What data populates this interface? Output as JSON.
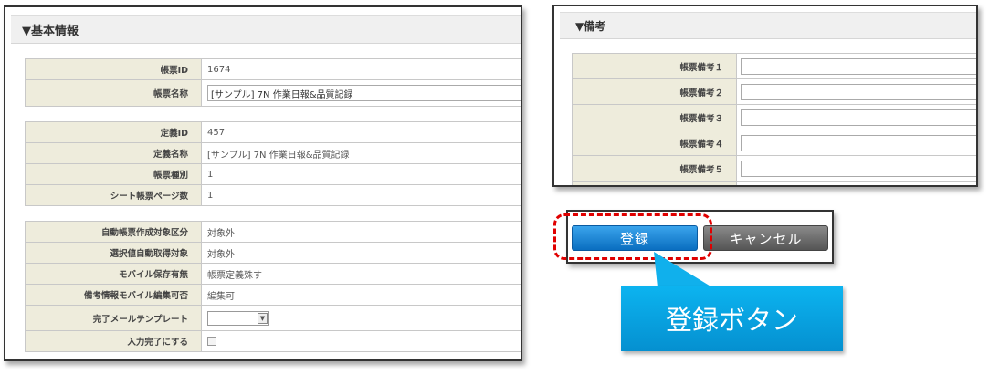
{
  "basic": {
    "title": "▼基本情報",
    "group1": [
      {
        "label": "帳票ID",
        "value": "1674"
      },
      {
        "label": "帳票名称",
        "value": "[サンプル] 7N 作業日報&品質記録"
      }
    ],
    "group2": [
      {
        "label": "定義ID",
        "value": "457"
      },
      {
        "label": "定義名称",
        "value": "[サンプル] 7N 作業日報&品質記録"
      },
      {
        "label": "帳票種別",
        "value": "1"
      },
      {
        "label": "シート帳票ページ数",
        "value": "1"
      }
    ],
    "group3": [
      {
        "label": "自動帳票作成対象区分",
        "value": "対象外"
      },
      {
        "label": "選択値自動取得対象",
        "value": "対象外"
      },
      {
        "label": "モバイル保存有無",
        "value": "帳票定義殊す"
      },
      {
        "label": "備考情報モバイル編集可否",
        "value": "編集可"
      },
      {
        "label": "完了メールテンプレート",
        "value": ""
      },
      {
        "label": "入力完了にする",
        "value": ""
      }
    ]
  },
  "remarks": {
    "title": "▼備考",
    "rows": [
      {
        "label": "帳票備考１",
        "value": ""
      },
      {
        "label": "帳票備考２",
        "value": ""
      },
      {
        "label": "帳票備考３",
        "value": ""
      },
      {
        "label": "帳票備考４",
        "value": ""
      },
      {
        "label": "帳票備考５",
        "value": ""
      }
    ]
  },
  "buttons": {
    "register": "登録",
    "cancel": "キャンセル"
  },
  "callout": {
    "text": "登録ボタン"
  },
  "colors": {
    "accent": "#0a78c8",
    "callout": "#0aa6e0",
    "highlight": "#e00000"
  }
}
